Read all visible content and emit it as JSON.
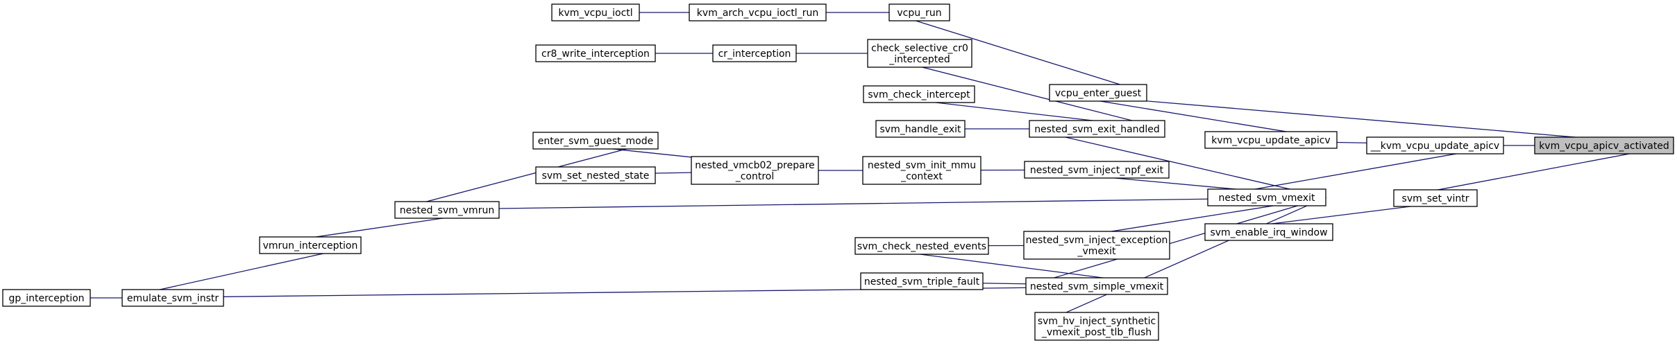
{
  "colors": {
    "edge": "#191970",
    "highlight_fill": "#bfbfbf",
    "box_stroke": "#000000",
    "background": "#ffffff"
  },
  "nodes": [
    {
      "id": "kvm_vcpu_apicv_activated",
      "lines": [
        "kvm_vcpu_apicv_activated"
      ],
      "highlight": true
    },
    {
      "id": "kvm_vcpu_update_apicv_ll",
      "lines": [
        "__kvm_vcpu_update_apicv"
      ]
    },
    {
      "id": "svm_set_vintr",
      "lines": [
        "svm_set_vintr"
      ]
    },
    {
      "id": "vcpu_enter_guest",
      "lines": [
        "vcpu_enter_guest"
      ]
    },
    {
      "id": "kvm_vcpu_update_apicv",
      "lines": [
        "kvm_vcpu_update_apicv"
      ]
    },
    {
      "id": "nested_svm_vmexit",
      "lines": [
        "nested_svm_vmexit"
      ]
    },
    {
      "id": "svm_enable_irq_window",
      "lines": [
        "svm_enable_irq_window"
      ]
    },
    {
      "id": "vcpu_run",
      "lines": [
        "vcpu_run"
      ]
    },
    {
      "id": "kvm_arch_vcpu_ioctl_run",
      "lines": [
        "kvm_arch_vcpu_ioctl_run"
      ]
    },
    {
      "id": "kvm_vcpu_ioctl",
      "lines": [
        "kvm_vcpu_ioctl"
      ]
    },
    {
      "id": "check_selective_cr0_intercepted",
      "lines": [
        "check_selective_cr0",
        "_intercepted"
      ]
    },
    {
      "id": "cr_interception",
      "lines": [
        "cr_interception"
      ]
    },
    {
      "id": "cr8_write_interception",
      "lines": [
        "cr8_write_interception"
      ]
    },
    {
      "id": "svm_check_intercept",
      "lines": [
        "svm_check_intercept"
      ]
    },
    {
      "id": "nested_svm_exit_handled",
      "lines": [
        "nested_svm_exit_handled"
      ]
    },
    {
      "id": "svm_handle_exit",
      "lines": [
        "svm_handle_exit"
      ]
    },
    {
      "id": "nested_svm_inject_npf_exit",
      "lines": [
        "nested_svm_inject_npf_exit"
      ]
    },
    {
      "id": "nested_svm_init_mmu_context",
      "lines": [
        "nested_svm_init_mmu",
        "_context"
      ]
    },
    {
      "id": "nested_vmcb02_prepare_control",
      "lines": [
        "nested_vmcb02_prepare",
        "_control"
      ]
    },
    {
      "id": "enter_svm_guest_mode",
      "lines": [
        "enter_svm_guest_mode"
      ]
    },
    {
      "id": "svm_set_nested_state",
      "lines": [
        "svm_set_nested_state"
      ]
    },
    {
      "id": "nested_svm_vmrun",
      "lines": [
        "nested_svm_vmrun"
      ]
    },
    {
      "id": "vmrun_interception",
      "lines": [
        "vmrun_interception"
      ]
    },
    {
      "id": "emulate_svm_instr",
      "lines": [
        "emulate_svm_instr"
      ]
    },
    {
      "id": "gp_interception",
      "lines": [
        "gp_interception"
      ]
    },
    {
      "id": "nested_svm_inject_exception_vmexit",
      "lines": [
        "nested_svm_inject_exception",
        "_vmexit"
      ]
    },
    {
      "id": "svm_check_nested_events",
      "lines": [
        "svm_check_nested_events"
      ]
    },
    {
      "id": "nested_svm_simple_vmexit",
      "lines": [
        "nested_svm_simple_vmexit"
      ]
    },
    {
      "id": "nested_svm_triple_fault",
      "lines": [
        "nested_svm_triple_fault"
      ]
    },
    {
      "id": "svm_hv_inject_synthetic_vmexit_post_tlb_flush",
      "lines": [
        "svm_hv_inject_synthetic",
        "_vmexit_post_tlb_flush"
      ]
    }
  ],
  "edges": [
    {
      "from": "kvm_vcpu_update_apicv_ll",
      "to": "kvm_vcpu_apicv_activated"
    },
    {
      "from": "svm_set_vintr",
      "to": "kvm_vcpu_apicv_activated"
    },
    {
      "from": "vcpu_enter_guest",
      "to": "kvm_vcpu_apicv_activated"
    },
    {
      "from": "kvm_vcpu_update_apicv",
      "to": "kvm_vcpu_update_apicv_ll"
    },
    {
      "from": "nested_svm_vmexit",
      "to": "kvm_vcpu_update_apicv_ll"
    },
    {
      "from": "svm_enable_irq_window",
      "to": "svm_set_vintr"
    },
    {
      "from": "vcpu_enter_guest",
      "to": "kvm_vcpu_update_apicv"
    },
    {
      "from": "vcpu_run",
      "to": "vcpu_enter_guest"
    },
    {
      "from": "kvm_arch_vcpu_ioctl_run",
      "to": "vcpu_run"
    },
    {
      "from": "kvm_vcpu_ioctl",
      "to": "kvm_arch_vcpu_ioctl_run"
    },
    {
      "from": "check_selective_cr0_intercepted",
      "to": "nested_svm_exit_handled"
    },
    {
      "from": "cr_interception",
      "to": "check_selective_cr0_intercepted"
    },
    {
      "from": "cr8_write_interception",
      "to": "cr_interception"
    },
    {
      "from": "svm_check_intercept",
      "to": "nested_svm_exit_handled"
    },
    {
      "from": "svm_handle_exit",
      "to": "nested_svm_exit_handled"
    },
    {
      "from": "nested_svm_exit_handled",
      "to": "nested_svm_vmexit"
    },
    {
      "from": "nested_svm_inject_npf_exit",
      "to": "nested_svm_vmexit"
    },
    {
      "from": "nested_svm_init_mmu_context",
      "to": "nested_svm_inject_npf_exit"
    },
    {
      "from": "nested_vmcb02_prepare_control",
      "to": "nested_svm_init_mmu_context"
    },
    {
      "from": "enter_svm_guest_mode",
      "to": "nested_vmcb02_prepare_control"
    },
    {
      "from": "svm_set_nested_state",
      "to": "nested_vmcb02_prepare_control"
    },
    {
      "from": "nested_svm_vmrun",
      "to": "enter_svm_guest_mode"
    },
    {
      "from": "nested_svm_vmrun",
      "to": "nested_svm_vmexit"
    },
    {
      "from": "vmrun_interception",
      "to": "nested_svm_vmrun"
    },
    {
      "from": "emulate_svm_instr",
      "to": "vmrun_interception"
    },
    {
      "from": "gp_interception",
      "to": "emulate_svm_instr"
    },
    {
      "from": "emulate_svm_instr",
      "to": "nested_svm_simple_vmexit"
    },
    {
      "from": "nested_svm_inject_exception_vmexit",
      "to": "nested_svm_vmexit"
    },
    {
      "from": "svm_check_nested_events",
      "to": "nested_svm_inject_exception_vmexit"
    },
    {
      "from": "svm_check_nested_events",
      "to": "nested_svm_simple_vmexit"
    },
    {
      "from": "nested_svm_simple_vmexit",
      "to": "nested_svm_vmexit"
    },
    {
      "from": "nested_svm_triple_fault",
      "to": "nested_svm_simple_vmexit"
    },
    {
      "from": "svm_hv_inject_synthetic_vmexit_post_tlb_flush",
      "to": "nested_svm_vmexit"
    }
  ]
}
